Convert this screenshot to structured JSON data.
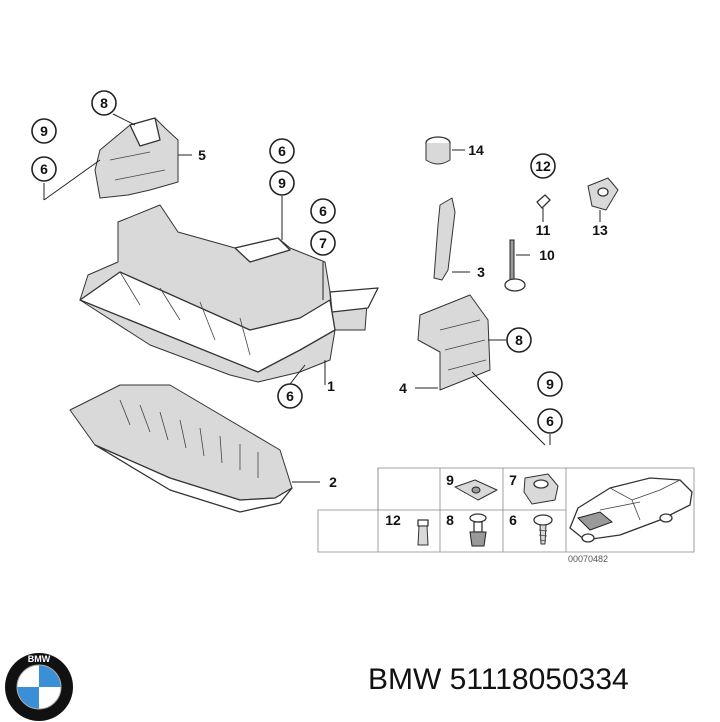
{
  "diagram": {
    "callouts": [
      {
        "id": "c8a",
        "label": "8"
      },
      {
        "id": "c9a",
        "label": "9"
      },
      {
        "id": "c6a",
        "label": "6"
      },
      {
        "id": "c6b",
        "label": "6"
      },
      {
        "id": "c9b",
        "label": "9"
      },
      {
        "id": "c6c",
        "label": "6"
      },
      {
        "id": "c7a",
        "label": "7"
      },
      {
        "id": "c6d",
        "label": "6"
      },
      {
        "id": "c12",
        "label": "12"
      },
      {
        "id": "c8b",
        "label": "8"
      },
      {
        "id": "c9c",
        "label": "9"
      },
      {
        "id": "c6e",
        "label": "6"
      }
    ],
    "plain_labels": [
      {
        "id": "l5",
        "label": "5"
      },
      {
        "id": "l1",
        "label": "1"
      },
      {
        "id": "l2",
        "label": "2"
      },
      {
        "id": "l14",
        "label": "14"
      },
      {
        "id": "l3",
        "label": "3"
      },
      {
        "id": "l10",
        "label": "10"
      },
      {
        "id": "l11",
        "label": "11"
      },
      {
        "id": "l13",
        "label": "13"
      },
      {
        "id": "l4",
        "label": "4"
      }
    ],
    "table_labels": [
      {
        "id": "t9",
        "label": "9"
      },
      {
        "id": "t7",
        "label": "7"
      },
      {
        "id": "t12",
        "label": "12"
      },
      {
        "id": "t8",
        "label": "8"
      },
      {
        "id": "t6",
        "label": "6"
      }
    ],
    "drawing_code": "00070482"
  },
  "footer": {
    "part_number": "BMW 51118050334"
  },
  "icons": [
    "bmw-logo-icon"
  ],
  "colors": {
    "logo_blue": "#3a8fd6",
    "logo_ring": "#111111"
  }
}
